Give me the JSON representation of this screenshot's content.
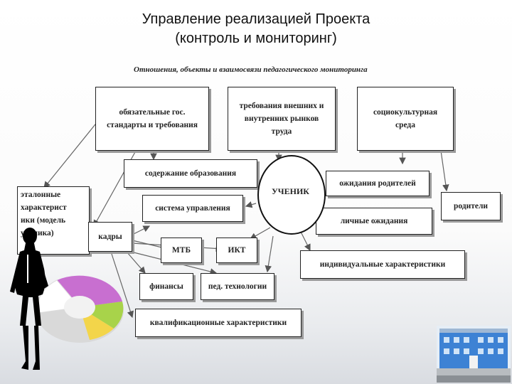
{
  "title": {
    "line1": "Управление реализацией Проекта",
    "line2": "(контроль и мониторинг)"
  },
  "diagram_title": "Отношения, объекты и взаимосвязи педагогического мониторинга",
  "center_node": "УЧЕНИК",
  "boxes": {
    "gos_standards": [
      "обязательные гос.",
      "стандарты и требования"
    ],
    "market_requirements": [
      "требования внешних и",
      "внутренних рынков",
      "труда"
    ],
    "sociocultural": [
      "социокультурная",
      "среда"
    ],
    "education_content": "содержание образования",
    "parent_expectations": "ожидания родителей",
    "parents": "родители",
    "reference_characteristics": [
      "эталонные",
      "характерист",
      "ики (модель",
      "ученика)"
    ],
    "management_system": "система управления",
    "personal_expectations": "личные ожидания",
    "staff": "кадры",
    "mtb": "МТБ",
    "ikt": "ИКТ",
    "individual_characteristics": "индивидуальные характеристики",
    "finance": "финансы",
    "ped_technologies": "пед. технологии",
    "qualification_characteristics": "квалификационные характеристики"
  },
  "colors": {
    "border": "#222222",
    "shadow": "#9a9a9a",
    "decor_purple": "#c86fd0",
    "decor_green": "#a8d34a",
    "decor_yellow": "#f3d54a",
    "building_blue": "#2f7bd1"
  },
  "icons": [
    "businesswoman-silhouette-icon",
    "pie-chart-decoration-icon",
    "school-building-icon"
  ]
}
